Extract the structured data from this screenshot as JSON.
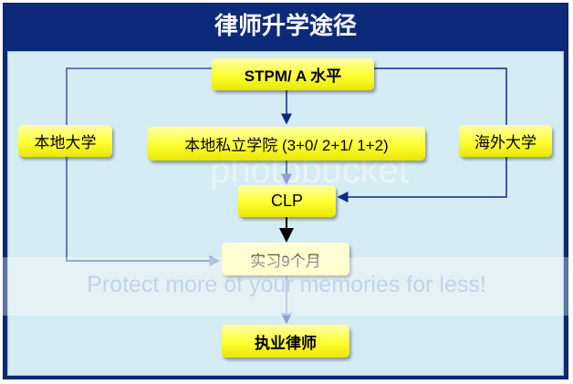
{
  "title": "律师升学途径",
  "nodes": {
    "stpm": "STPM/ A 水平",
    "local_university": "本地大学",
    "local_private_college": "本地私立学院 (3+0/ 2+1/ 1+2)",
    "overseas_university": "海外大学",
    "clp": "CLP",
    "internship": "实习9个月",
    "practicing_lawyer": "执业律师"
  },
  "watermark": {
    "brand": "photobucket",
    "slogan": "Protect more of your memories for less!"
  },
  "colors": {
    "frame": "#0d2a7a",
    "panel": "#d6ecf5",
    "box": "#ffff33",
    "arrow": "#0d2a8a"
  }
}
